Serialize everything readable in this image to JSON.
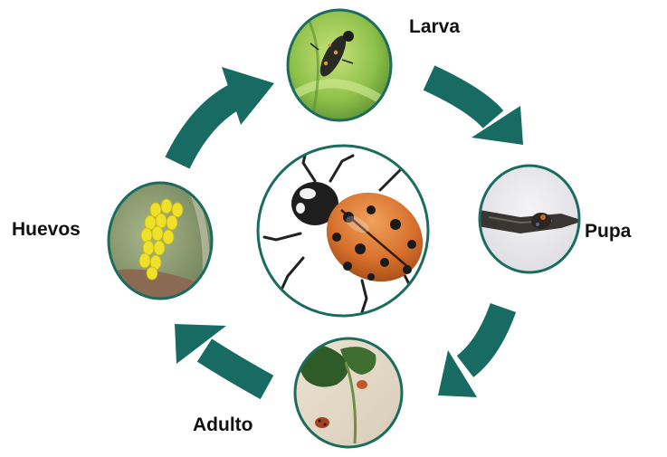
{
  "diagram": {
    "center": "ladybug-adult-center",
    "stages": [
      {
        "id": "larva",
        "label": "Larva"
      },
      {
        "id": "pupa",
        "label": "Pupa"
      },
      {
        "id": "adulto",
        "label": "Adulto"
      },
      {
        "id": "huevos",
        "label": "Huevos"
      }
    ],
    "colors": {
      "arrow": "#176b62",
      "ring": "#1c6b5f",
      "label": "#111111"
    }
  }
}
